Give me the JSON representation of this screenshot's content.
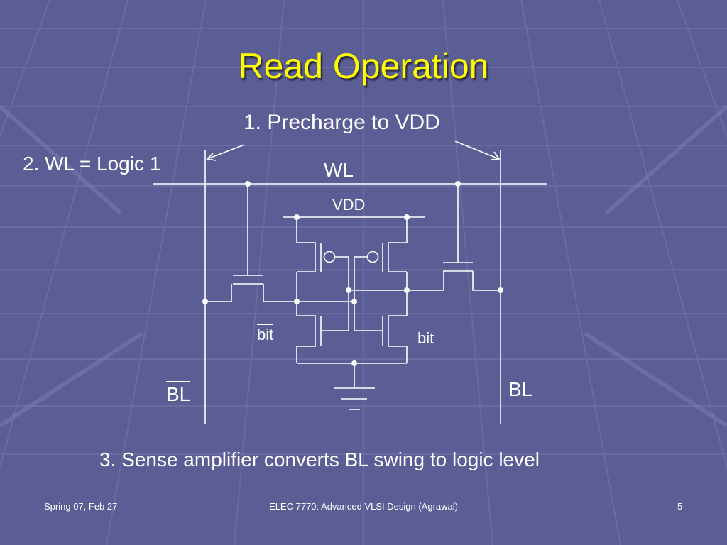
{
  "slide": {
    "title": "Read Operation",
    "step1": "1. Precharge to VDD",
    "step2": "2. WL = Logic 1",
    "step3": "3. Sense amplifier converts BL swing to logic level"
  },
  "circuit": {
    "wl_label": "WL",
    "vdd_label": "VDD",
    "bit_bar_label": "bit",
    "bit_label": "bit",
    "bl_bar_label": "BL",
    "bl_label": "BL"
  },
  "footer": {
    "left": "Spring 07, Feb 27",
    "center": "ELEC 7770: Advanced VLSI Design (Agrawal)",
    "page": "5"
  },
  "colors": {
    "background": "#5b5e95",
    "title": "#ffff00",
    "text": "#ffffff"
  }
}
